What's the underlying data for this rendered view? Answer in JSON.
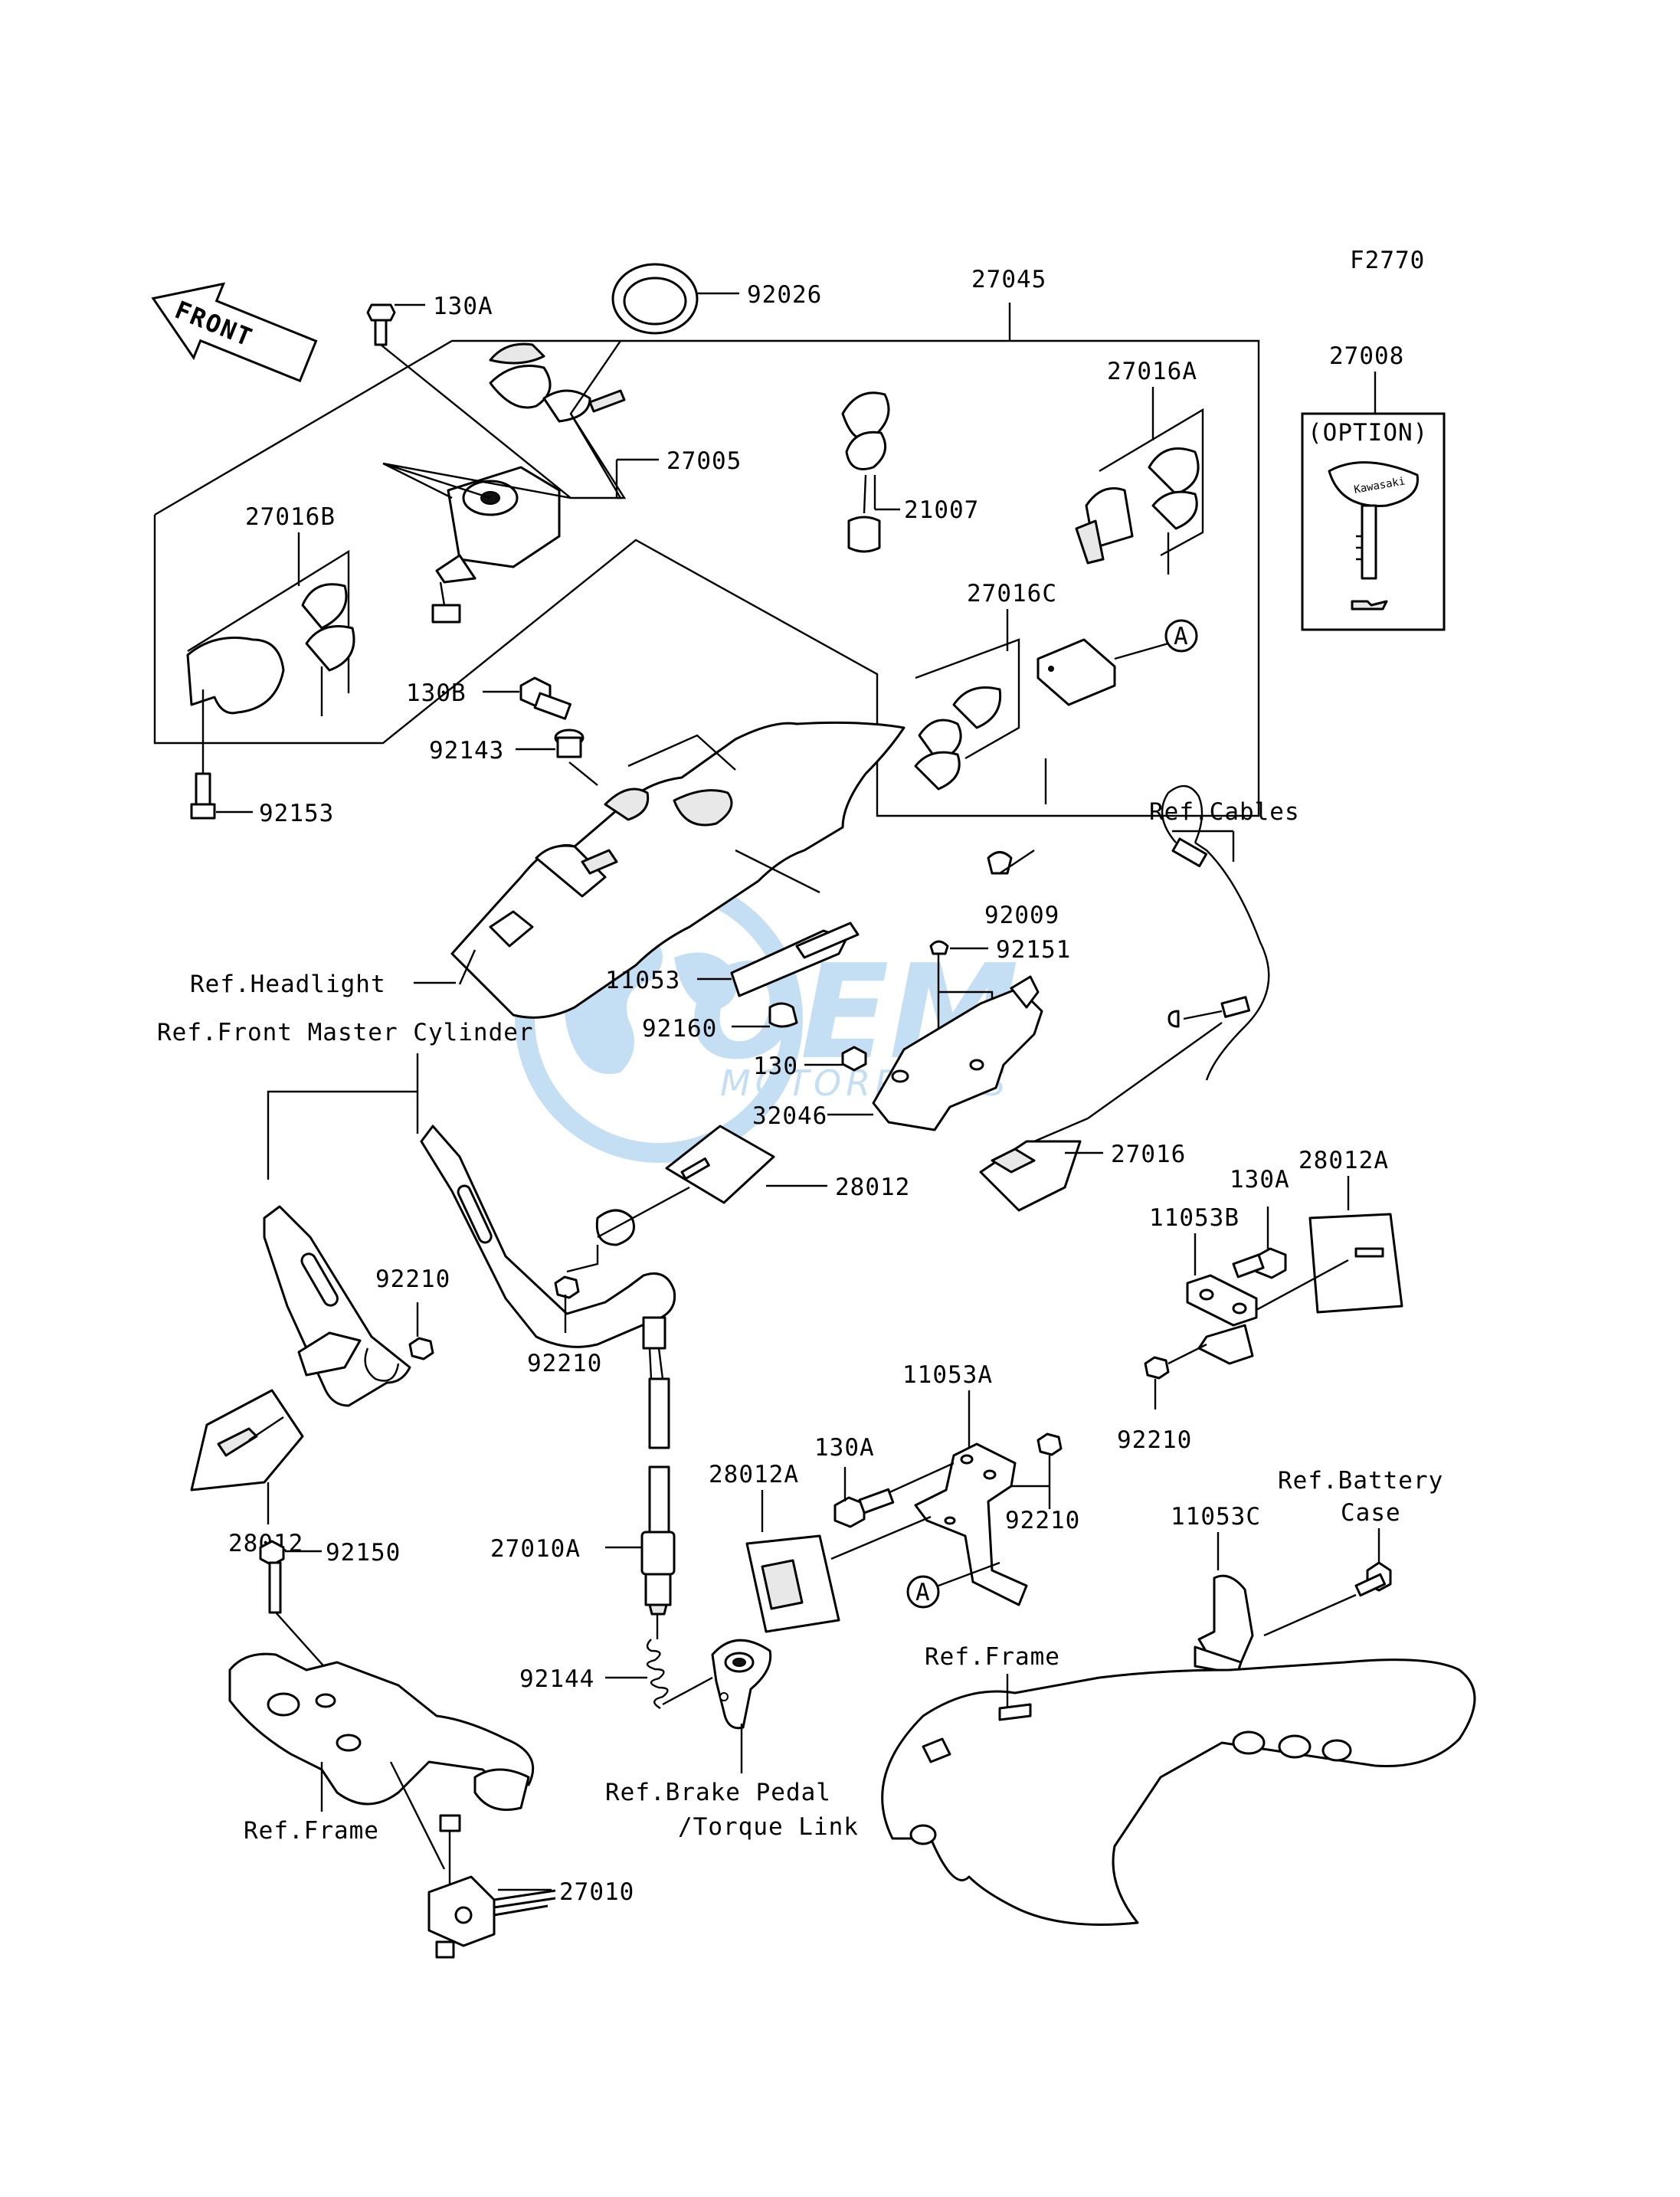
{
  "figure_code": "F2770",
  "front_label": "FRONT",
  "option_label": "(OPTION)",
  "key_brand": "Kawasaki",
  "circle_marker": "A",
  "labels": {
    "n130A_top": "130A",
    "n92026": "92026",
    "n27045": "27045",
    "n27008": "27008",
    "n27016A": "27016A",
    "n27005": "27005",
    "n21007": "21007",
    "n27016B": "27016B",
    "n27016C": "27016C",
    "n130B": "130B",
    "n92143": "92143",
    "n92153": "92153",
    "ref_cables": "Ref.Cables",
    "n92009": "92009",
    "n92151": "92151",
    "ref_headlight": "Ref.Headlight",
    "n11053": "11053",
    "n92160": "92160",
    "ref_front_master_cylinder": "Ref.Front Master Cylinder",
    "n130": "130",
    "n32046": "32046",
    "n27016": "27016",
    "n28012_mid": "28012",
    "n28012A_right": "28012A",
    "n130A_right": "130A",
    "n11053B": "11053B",
    "n92210_left": "92210",
    "n92210_mid": "92210",
    "n92210_right": "92210",
    "n11053A": "11053A",
    "n130A_mid": "130A",
    "n28012A_mid": "28012A",
    "n92210_lower": "92210",
    "ref_battery_case_1": "Ref.Battery",
    "ref_battery_case_2": "Case",
    "n11053C": "11053C",
    "n28012_left": "28012",
    "n92150": "92150",
    "n27010A": "27010A",
    "ref_frame_right": "Ref.Frame",
    "n92144": "92144",
    "ref_brake_pedal_1": "Ref.Brake Pedal",
    "ref_brake_pedal_2": "/Torque Link",
    "ref_frame_left": "Ref.Frame",
    "n27010": "27010"
  },
  "watermark": {
    "brand": "OEM",
    "sub": "MOTORPARTS",
    "color": "#2f8fd6"
  },
  "colors": {
    "line": "#000000",
    "background": "#ffffff"
  }
}
